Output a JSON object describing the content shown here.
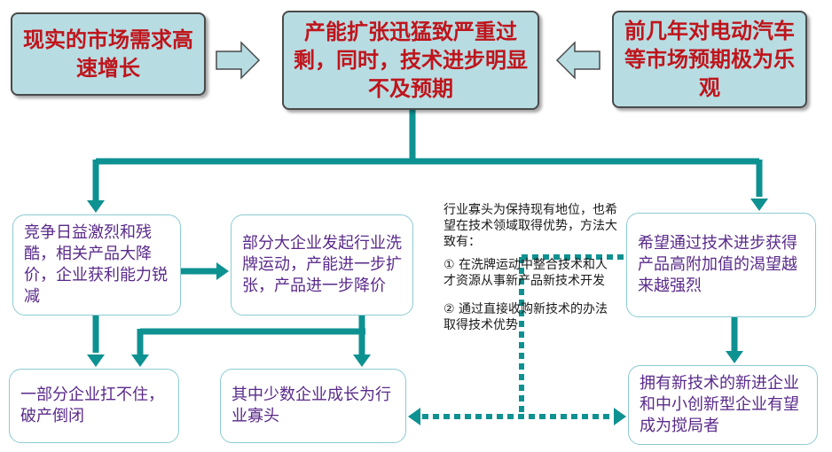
{
  "colors": {
    "top_fill": "#b7dde3",
    "top_text": "#c0141b",
    "soft_text": "#5a2a8a",
    "soft_border": "#8ccbd2",
    "arrow": "#0e9191",
    "hollow_arrow_fill": "#b7dde3"
  },
  "nodes": {
    "market_demand": "现实的市场需求高速增长",
    "overcapacity": "产能扩张迅猛致严重过剩，同时，技术进步明显不及预期",
    "optimism": "前几年对电动汽车等市场预期极为乐观",
    "competition": "竞争日益激烈和残酷，相关产品大降价，企业获利能力锐减",
    "reshuffle": "部分大企业发起行业洗牌运动，产能进一步扩张，产品进一步降价",
    "tech_hope": "希望通过技术进步获得产品高附加值的渴望越来越强烈",
    "bankrupt": "一部分企业扛不住，破产倒闭",
    "oligopoly": "其中少数企业成长为行业寡头",
    "new_players": "拥有新技术的新进企业和中小创新型企业有望成为搅局者"
  },
  "note": {
    "intro": "行业寡头为保持现有地位，也希望在技术领域取得优势，方法大致有：",
    "method1": "① 在洗牌运动中整合技术和人才资源从事新产品新技术开发",
    "method2": "② 通过直接收购新技术的办法取得技术优势"
  }
}
